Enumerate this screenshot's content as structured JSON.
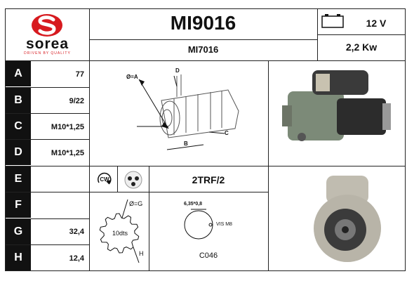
{
  "brand": {
    "name": "sorea",
    "tagline": "DRIVEN BY QUALITY",
    "accent": "#d71a1f"
  },
  "header": {
    "part_number": "MI9016",
    "alt_number": "MI7016",
    "voltage": "12 V",
    "power": "2,2 Kw",
    "battery_icon": "battery-icon"
  },
  "rows": [
    {
      "label": "A",
      "value": "77"
    },
    {
      "label": "B",
      "value": "9/22"
    },
    {
      "label": "C",
      "value": "M10*1,25"
    },
    {
      "label": "D",
      "value": "M10*1,25"
    },
    {
      "label": "E",
      "value": ""
    },
    {
      "label": "F",
      "value": ""
    },
    {
      "label": "G",
      "value": "32,4"
    },
    {
      "label": "H",
      "value": "12,4"
    }
  ],
  "diagram": {
    "labels": {
      "a": "Ø=A",
      "b": "B",
      "c": "C",
      "d": "D"
    },
    "rotation": "CW",
    "rotation_icon": "clockwise-arrow-icon",
    "mount_icon": "three-hole-flange-icon",
    "code": "2TRF/2",
    "gear_label": "Ø=G",
    "teeth": "10dts",
    "h_label": "H",
    "screw_dim": "6,35*0,8",
    "screw_label": "VIS M8",
    "connector_code": "C046"
  }
}
